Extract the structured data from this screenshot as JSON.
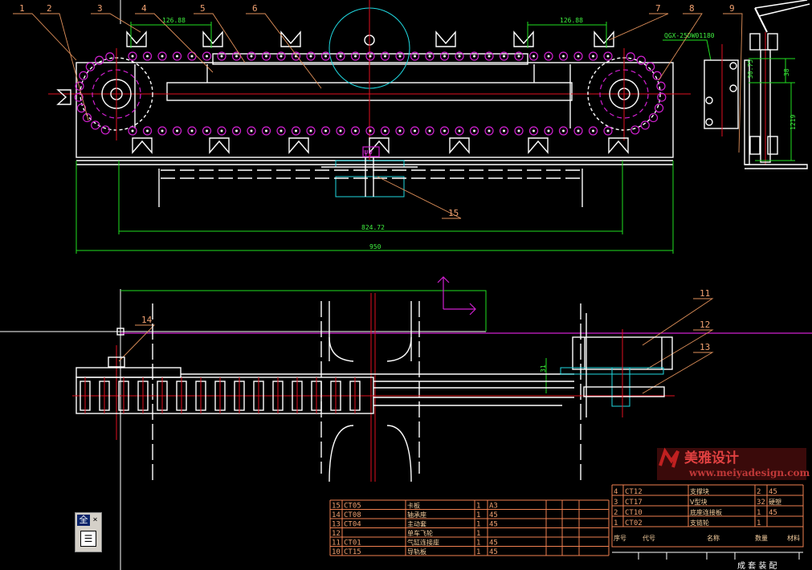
{
  "drawing": {
    "balloons": [
      "1",
      "2",
      "3",
      "4",
      "5",
      "6",
      "7",
      "8",
      "9",
      "11",
      "12",
      "13",
      "14",
      "15"
    ],
    "dimensions": {
      "pitch_left": "126.88",
      "pitch_right": "126.88",
      "inner_length": "824.72",
      "overall_length": "950",
      "part_code": "QGX-25DW01180",
      "side_dim_a": "30.75",
      "side_dim_b": "38",
      "side_dim_c": "1219",
      "small_dim": "31",
      "center_mark": "ψψ"
    }
  },
  "bom_left": {
    "rows": [
      {
        "no": "15",
        "code": "CT05",
        "name": "卡板",
        "qty": "1",
        "material": "A3"
      },
      {
        "no": "14",
        "code": "CT08",
        "name": "轴承座",
        "qty": "1",
        "material": "45"
      },
      {
        "no": "13",
        "code": "CT04",
        "name": "主动套",
        "qty": "1",
        "material": "45"
      },
      {
        "no": "12",
        "code": "",
        "name": "单车飞轮",
        "qty": "1",
        "material": ""
      },
      {
        "no": "11",
        "code": "CT01",
        "name": "气缸连接座",
        "qty": "1",
        "material": "45"
      },
      {
        "no": "10",
        "code": "CT15",
        "name": "导轨板",
        "qty": "1",
        "material": "45"
      }
    ]
  },
  "bom_right": {
    "rows": [
      {
        "no": "4",
        "code": "CT12",
        "name": "支撑块",
        "qty": "2",
        "material": "45"
      },
      {
        "no": "3",
        "code": "CT17",
        "name": "V型块",
        "qty": "32",
        "material": "硬塑"
      },
      {
        "no": "2",
        "code": "CT10",
        "name": "底座连接板",
        "qty": "1",
        "material": "45"
      },
      {
        "no": "1",
        "code": "CT02",
        "name": "支链轮",
        "qty": "1",
        "material": ""
      }
    ],
    "header": {
      "no": "序号",
      "code": "代号",
      "name": "名称",
      "qty": "数量",
      "material": "材料"
    },
    "title": "成 套 装 配"
  },
  "watermark": {
    "brand": "美雅设计",
    "url": "www.meiyadesign.com"
  },
  "toolbar": {
    "full_label": "全",
    "close_label": "×",
    "icon": "list-icon"
  }
}
